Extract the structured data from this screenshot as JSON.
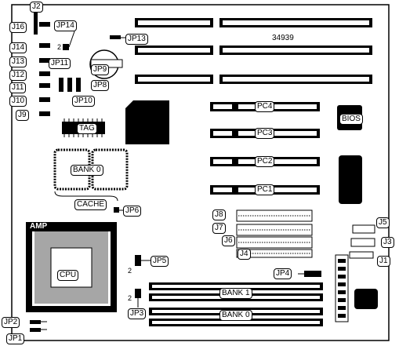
{
  "board_number": "34939",
  "labels": {
    "j2": "J2",
    "j16": "J16",
    "j14": "J14",
    "j13": "J13",
    "j12": "J12",
    "j11": "J11",
    "j10": "J10",
    "j9": "J9",
    "jp14": "JP14",
    "jp13": "JP13",
    "jp11": "JP11",
    "jp9": "JP9",
    "jp8": "JP8",
    "jp10": "JP10",
    "tag": "TAG",
    "bank0_cache": "BANK 0",
    "cache": "CACHE",
    "jp6": "JP6",
    "pc4": "PC4",
    "pc3": "PC3",
    "pc2": "PC2",
    "pc1": "PC1",
    "bios": "BIOS",
    "j8": "J8",
    "j7": "J7",
    "j6": "J6",
    "j4": "J4",
    "j5": "J5",
    "j3": "J3",
    "j1": "J1",
    "jp4": "JP4",
    "jp5": "JP5",
    "amp": "AMP",
    "cpu": "CPU",
    "bank1": "BANK 1",
    "bank0": "BANK 0",
    "jp3": "JP3",
    "jp2": "JP2",
    "jp1": "JP1"
  },
  "pin1_markers": {
    "jp14": "2",
    "jp5": "2",
    "jp3": "2"
  }
}
